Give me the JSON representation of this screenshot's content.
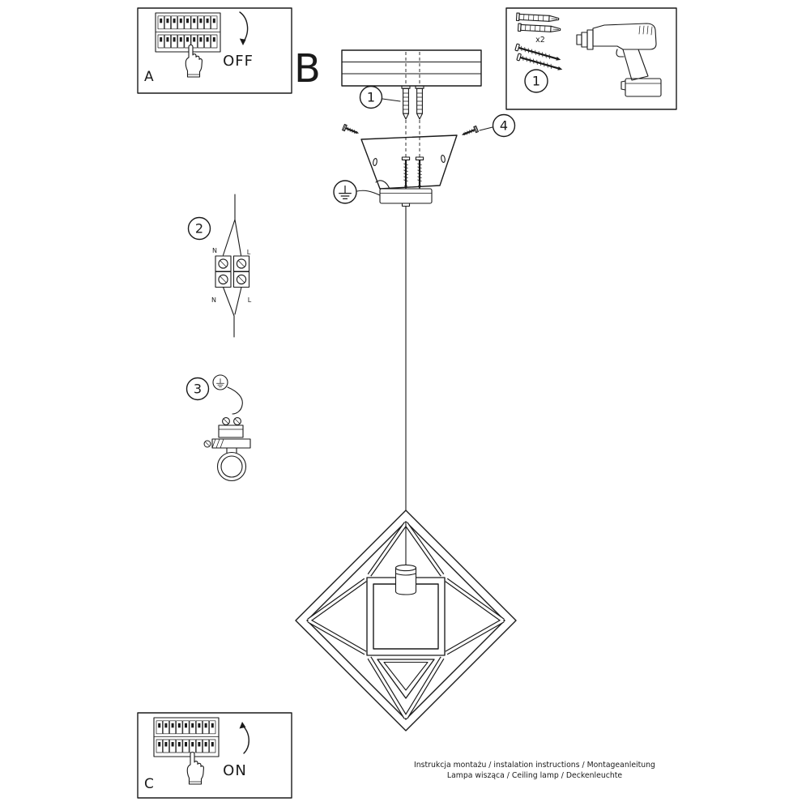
{
  "colors": {
    "ink": "#1a1a1a",
    "background": "#ffffff"
  },
  "panel_a": {
    "letter": "A",
    "state_label": "OFF"
  },
  "panel_c": {
    "letter": "C",
    "state_label": "ON"
  },
  "section_b": {
    "letter": "B"
  },
  "kit_box": {
    "callout": "1",
    "anchor_quantity": "x2"
  },
  "callouts": {
    "anchors": "1",
    "bracket_screws": "4",
    "wire_connection": "2",
    "ground_connection": "3"
  },
  "wiring_labels": {
    "neutral_top": "N",
    "live_top": "L",
    "neutral_bottom": "N",
    "live_bottom": "L"
  },
  "footer": {
    "line1": "Instrukcja montażu / instalation instructions / Montageanleitung",
    "line2": "Lampa wisząca / Ceiling lamp / Deckenleuchte"
  }
}
